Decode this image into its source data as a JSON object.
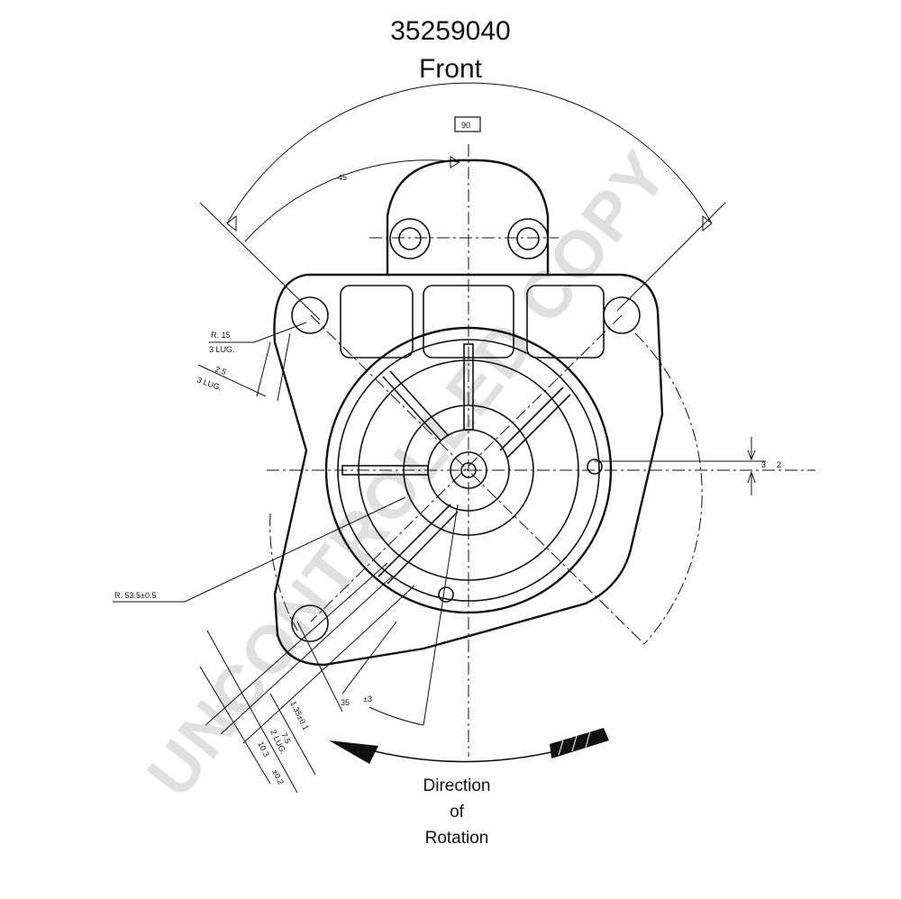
{
  "header": {
    "part_number": "35259040",
    "view": "Front"
  },
  "dimensions": {
    "top_angle": "90",
    "angle_45": "45",
    "radius_lug": "R. 15",
    "lug_count_1": "3 LUG.",
    "lug_offset": "2.5",
    "lug_count_2": "3 LUG.",
    "offset_value": "3",
    "offset_tol": "2",
    "housing_radius": "R. 53.5±0.5",
    "angle_35": "35",
    "angle_35_tol": "±3",
    "dim_135": "1.35±0.1",
    "dim_75": "7.5",
    "lug_count_3": "2 LUG.",
    "dim_103": "10.3",
    "dim_103_tol": "±0.2"
  },
  "rotation": {
    "line1": "Direction",
    "line2": "of",
    "line3": "Rotation"
  },
  "watermark": "UNCONTROLLED COPY"
}
